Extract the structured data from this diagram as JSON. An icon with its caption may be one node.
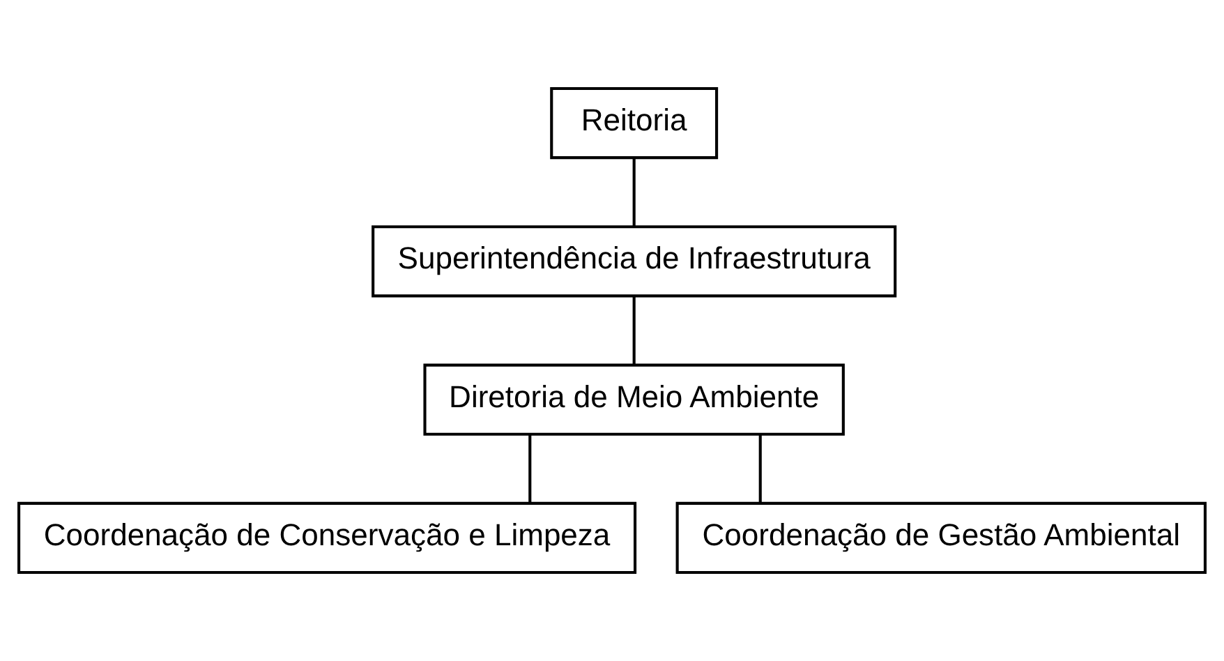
{
  "diagram": {
    "nodes": [
      {
        "text": [
          "Reitoria"
        ]
      },
      {
        "text": [
          "Superintendência de Infraestrutura"
        ]
      },
      {
        "text": [
          "Diretoria de Meio Ambiente"
        ]
      },
      {
        "text": [
          "Coordenação de Conservação e Limpeza"
        ]
      },
      {
        "text": [
          "Coordenação de Gestão Ambiental"
        ]
      }
    ],
    "edges": [
      {
        "from": 0,
        "to": 1,
        "arrow": "none"
      },
      {
        "from": 1,
        "to": 2,
        "arrow": "none"
      },
      {
        "from": 2,
        "to": 3,
        "arrow": "none"
      },
      {
        "from": 2,
        "to": 4,
        "arrow": "none"
      }
    ]
  }
}
